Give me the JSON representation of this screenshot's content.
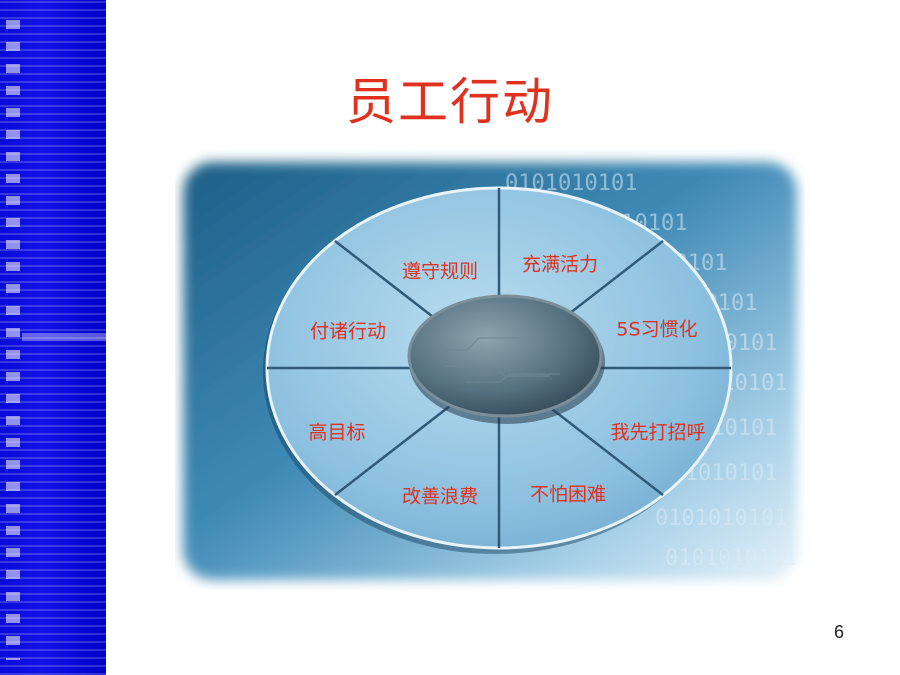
{
  "slide": {
    "title": "员工行动",
    "page_number": "6"
  },
  "diagram": {
    "segments": [
      {
        "label": "遵守规则"
      },
      {
        "label": "充满活力"
      },
      {
        "label": "付诸行动"
      },
      {
        "label": "5S习惯化"
      },
      {
        "label": "高目标"
      },
      {
        "label": "我先打招呼"
      },
      {
        "label": "改善浪费"
      },
      {
        "label": "不怕困难"
      }
    ],
    "background_text": "0101010101",
    "colors": {
      "label": "#e0301e",
      "title": "#e0301e",
      "sidebar": "#0a0ad8",
      "segment_fill": "#8cc0df",
      "hub_fill": "#4f6470"
    }
  }
}
